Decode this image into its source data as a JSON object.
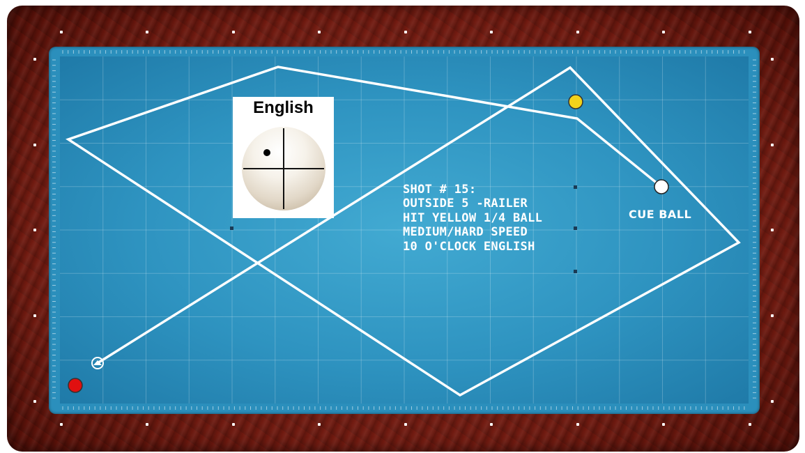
{
  "english_card": {
    "title": "English",
    "spin": "10 o'clock"
  },
  "shot": {
    "lines": [
      "SHOT # 15:",
      "OUTSIDE 5 -RAILER",
      "HIT YELLOW 1/4 BALL",
      "MEDIUM/HARD SPEED",
      "10 O'CLOCK ENGLISH"
    ]
  },
  "cue_ball_label": "CUE BALL",
  "balls": [
    {
      "name": "cue-ball",
      "color": "#ffffff"
    },
    {
      "name": "yellow-ball",
      "color": "#f2d21a"
    },
    {
      "name": "red-ball",
      "color": "#e01010"
    }
  ],
  "colors": {
    "rail_wood": "#6e1a10",
    "cloth": "#2e93c0",
    "path_line": "#ffffff"
  }
}
